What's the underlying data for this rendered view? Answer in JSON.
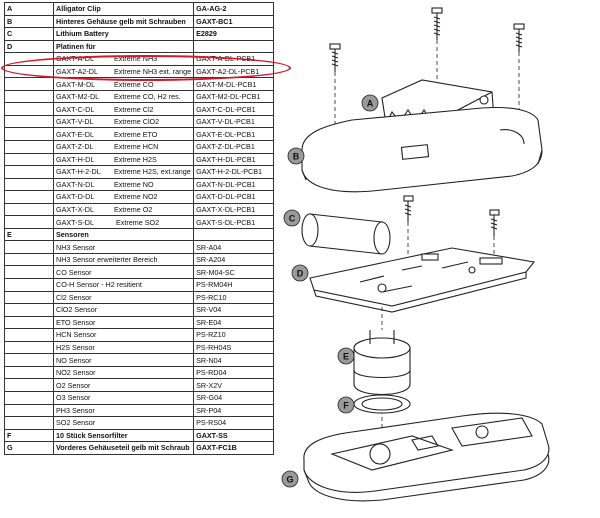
{
  "rows": [
    {
      "letter": "A",
      "name": "Alligator Clip",
      "code": "GA-AG-2",
      "bold": true
    },
    {
      "letter": "B",
      "name": "Hinteres Gehäuse gelb mit Schrauben",
      "code": "GAXT-BC1",
      "bold": true
    },
    {
      "letter": "C",
      "name": "Lithium Battery",
      "code": "E2829",
      "bold": true
    },
    {
      "letter": "D",
      "name": "Platinen für",
      "code": "",
      "bold": true
    },
    {
      "letter": "",
      "model": "GAXT-A-DL",
      "name": "Extreme NH3",
      "code": "GAXT-A-DL-PCB1"
    },
    {
      "letter": "",
      "model": "GAXT-A2-DL",
      "name": "Extreme NH3 ext. range",
      "code": "GAXT-A2-DL-PCB1"
    },
    {
      "letter": "",
      "model": "GAXT-M-DL",
      "name": "Extreme CO",
      "code": "GAXT-M-DL-PCB1"
    },
    {
      "letter": "",
      "model": "GAXT-M2-DL",
      "name": "Extreme CO, H2 res.",
      "code": "GAXT-M2-DL-PCB1"
    },
    {
      "letter": "",
      "model": "GAXT-C-DL",
      "name": "Extreme Cl2",
      "code": "GAXT-C-DL-PCB1"
    },
    {
      "letter": "",
      "model": "GAXT-V-DL",
      "name": "Extreme ClO2",
      "code": "GAXT-V-DL-PCB1"
    },
    {
      "letter": "",
      "model": "GAXT-E-DL",
      "name": "Extreme ETO",
      "code": "GAXT-E-DL-PCB1"
    },
    {
      "letter": "",
      "model": "GAXT-Z-DL",
      "name": "Extreme HCN",
      "code": "GAXT-Z-DL-PCB1"
    },
    {
      "letter": "",
      "model": "GAXT-H-DL",
      "name": "Extreme  H2S",
      "code": "GAXT-H-DL-PCB1"
    },
    {
      "letter": "",
      "model": "GAXT-H-2-DL",
      "name": "Extreme H2S, ext.range",
      "code": "GAXT-H-2-DL-PCB1"
    },
    {
      "letter": "",
      "model": "GAXT-N-DL",
      "name": "Extreme NO",
      "code": "GAXT-N-DL-PCB1"
    },
    {
      "letter": "",
      "model": "GAXT-D-DL",
      "name": "Extreme NO2",
      "code": "GAXT-D-DL-PCB1"
    },
    {
      "letter": "",
      "model": "GAXT-X-DL",
      "name": "Extreme O2",
      "code": "GAXT-X-DL-PCB1"
    },
    {
      "letter": "",
      "model": "GAXT-S-DL",
      "name": "  Extreme SO2",
      "code": "GAXT-S-DL-PCB1"
    },
    {
      "letter": "E",
      "name": "Sensoren",
      "code": "",
      "bold": true
    },
    {
      "letter": "",
      "name": "NH3 Sensor",
      "code": "SR-A04"
    },
    {
      "letter": "",
      "name": "NH3 Sensor erweiterter Bereich",
      "code": "SR-A204"
    },
    {
      "letter": "",
      "name": "CO Sensor",
      "code": "SR-M04-SC"
    },
    {
      "letter": "",
      "name": "CO-H Sensor - H2 resitient",
      "code": "PS-RM04H"
    },
    {
      "letter": "",
      "name": "Cl2 Sensor",
      "code": "PS-RC10"
    },
    {
      "letter": "",
      "name": "ClO2 Sensor",
      "code": "SR-V04"
    },
    {
      "letter": "",
      "name": "ETO Sensor",
      "code": "SR-E04"
    },
    {
      "letter": "",
      "name": "HCN Sensor",
      "code": "PS-RZ10"
    },
    {
      "letter": "",
      "name": "H2S Sensor",
      "code": "PS-RH04S"
    },
    {
      "letter": "",
      "name": "NO Sensor",
      "code": "SR-N04"
    },
    {
      "letter": "",
      "name": "NO2 Sensor",
      "code": "PS-RD04"
    },
    {
      "letter": "",
      "name": "O2 Sensor",
      "code": "SR-X2V"
    },
    {
      "letter": "",
      "name": "O3 Sensor",
      "code": "SR-G04"
    },
    {
      "letter": "",
      "name": "PH3 Sensor",
      "code": "SR-P04"
    },
    {
      "letter": "",
      "name": "SO2 Sensor",
      "code": "PS-RS04"
    },
    {
      "letter": "F",
      "name": "10 Stück Sensorfilter",
      "code": "GAXT-SS",
      "bold": true
    },
    {
      "letter": "G",
      "name": "Vorderes Gehäuseteil gelb mit Schraub",
      "code": "GAXT-FC1B",
      "bold": true
    }
  ],
  "diagram_labels": [
    "A",
    "B",
    "C",
    "D",
    "E",
    "F",
    "G"
  ],
  "colors": {
    "highlight": "#d2182a",
    "label_fill": "#9a9a9a"
  }
}
